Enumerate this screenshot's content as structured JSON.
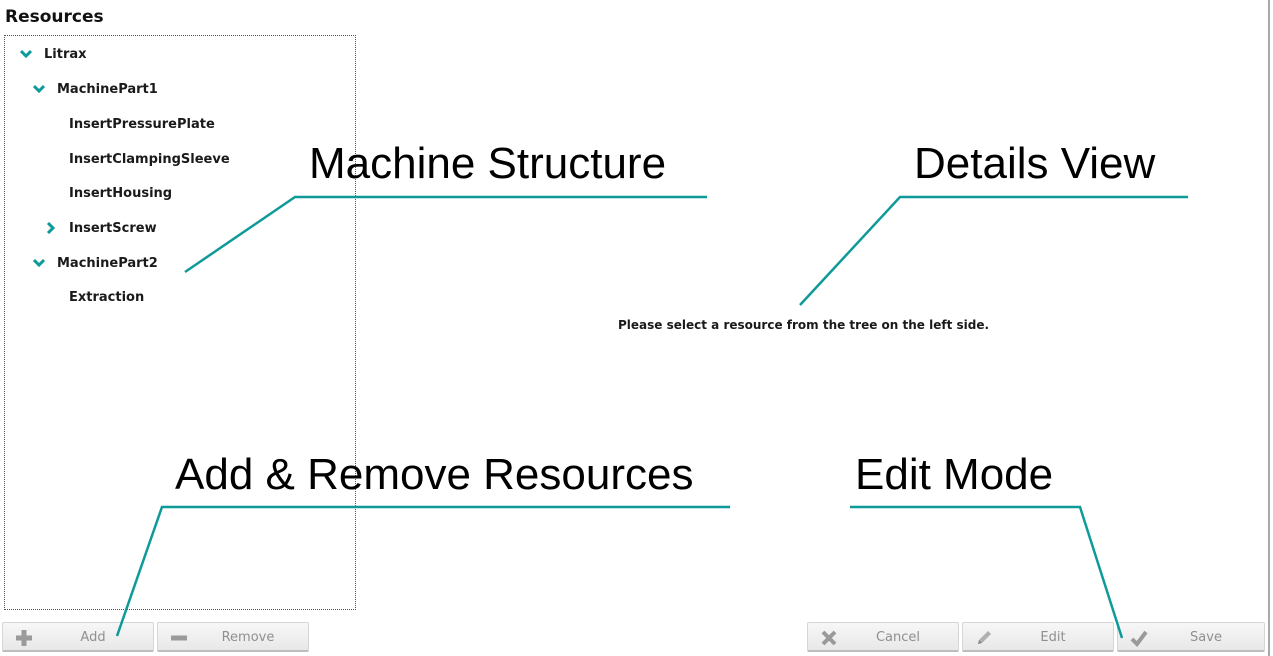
{
  "panel": {
    "title": "Resources"
  },
  "tree": {
    "items": [
      {
        "label": "Litrax",
        "state": "expanded"
      },
      {
        "label": "MachinePart1",
        "state": "expanded"
      },
      {
        "label": "InsertPressurePlate",
        "state": "leaf"
      },
      {
        "label": "InsertClampingSleeve",
        "state": "leaf"
      },
      {
        "label": "InsertHousing",
        "state": "leaf"
      },
      {
        "label": "InsertScrew",
        "state": "collapsed"
      },
      {
        "label": "MachinePart2",
        "state": "expanded"
      },
      {
        "label": "Extraction",
        "state": "leaf"
      }
    ]
  },
  "details": {
    "message": "Please select a resource from the tree on the left side."
  },
  "buttons": {
    "add": {
      "label": "Add",
      "icon": "plus-icon"
    },
    "remove": {
      "label": "Remove",
      "icon": "minus-icon"
    },
    "cancel": {
      "label": "Cancel",
      "icon": "x-icon"
    },
    "edit": {
      "label": "Edit",
      "icon": "pencil-icon"
    },
    "save": {
      "label": "Save",
      "icon": "checkmark-icon"
    }
  },
  "annotations": {
    "machine_structure": "Machine Structure",
    "details_view": "Details View",
    "add_remove": "Add & Remove Resources",
    "edit_mode": "Edit Mode"
  },
  "colors": {
    "accent_teal": "#0f9a9a",
    "button_text": "#8f8f8f",
    "button_icon": "#9a9a9a"
  }
}
